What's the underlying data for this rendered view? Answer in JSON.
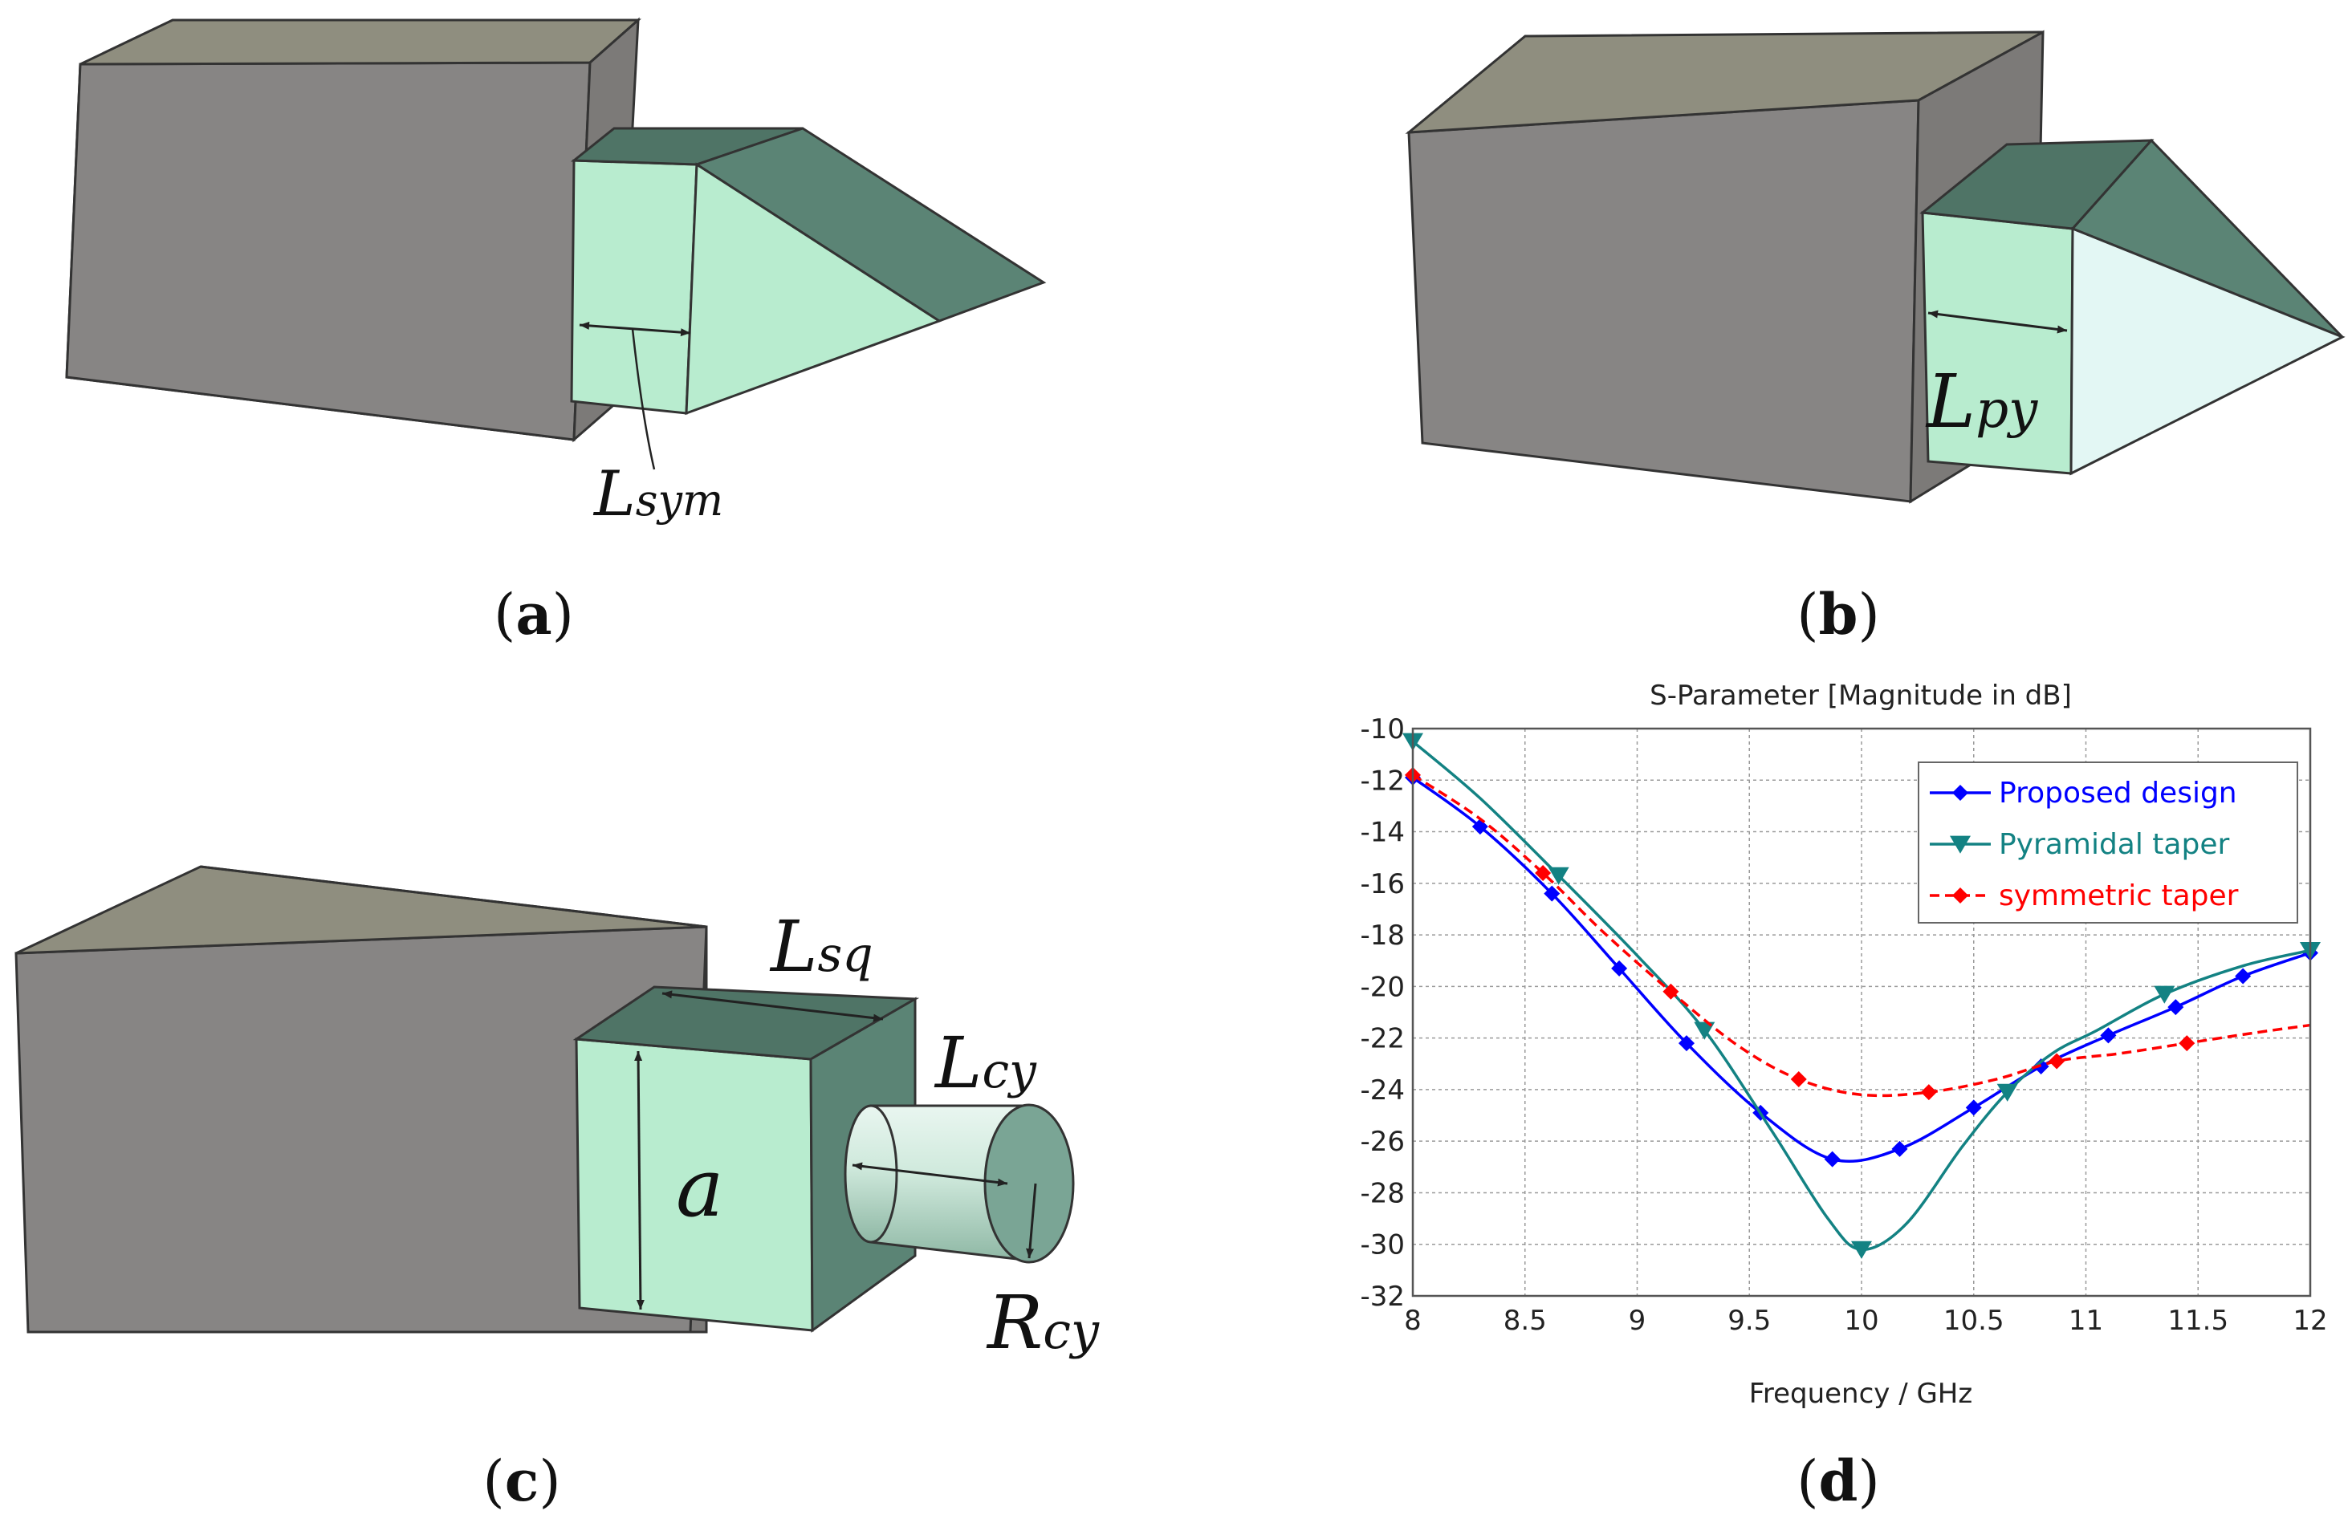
{
  "colors": {
    "box_front": "#878584",
    "box_top": "#8f8e7f",
    "box_side": "#7c7a78",
    "taper_front": "#b8eccf",
    "taper_top": "#4f7466",
    "taper_slope": "#5b8475",
    "taper_light": "#e3f7f4",
    "cyl_light": "#e9f6f0",
    "cyl_dark": "#8fb8a5"
  },
  "panels": {
    "a": {
      "label_open": "(",
      "letter": "a",
      "label_close": ")",
      "dim_main": "L",
      "dim_sub": "sym"
    },
    "b": {
      "label_open": "(",
      "letter": "b",
      "label_close": ")",
      "dim_main": "L",
      "dim_sub": "py"
    },
    "c": {
      "label_open": "(",
      "letter": "c",
      "label_close": ")",
      "lsq_main": "L",
      "lsq_sub": "sq",
      "lcy_main": "L",
      "lcy_sub": "cy",
      "a_label": "a",
      "rcy_main": "R",
      "rcy_sub": "cy"
    },
    "d": {
      "label_open": "(",
      "letter": "d",
      "label_close": ")"
    }
  },
  "chart_data": {
    "type": "line",
    "title": "S-Parameter [Magnitude in dB]",
    "xlabel": "Frequency / GHz",
    "ylabel": "",
    "xlim": [
      8,
      12
    ],
    "ylim": [
      -32,
      -10
    ],
    "xticks": [
      8,
      8.5,
      9,
      9.5,
      10,
      10.5,
      11,
      11.5,
      12
    ],
    "yticks": [
      -10,
      -12,
      -14,
      -16,
      -18,
      -20,
      -22,
      -24,
      -26,
      -28,
      -30,
      -32
    ],
    "grid": true,
    "legend_position": "top-right",
    "series": [
      {
        "name": "Proposed design",
        "color": "#0000ff",
        "dash": "solid",
        "marker": "diamond",
        "x": [
          8,
          8.3,
          8.62,
          8.92,
          9.22,
          9.55,
          9.87,
          10.17,
          10.5,
          10.8,
          11.1,
          11.4,
          11.7,
          12
        ],
        "y": [
          -11.9,
          -13.8,
          -16.4,
          -19.3,
          -22.2,
          -24.9,
          -26.7,
          -26.3,
          -24.7,
          -23.1,
          -21.9,
          -20.8,
          -19.6,
          -18.7
        ],
        "markers_x": [
          8,
          8.3,
          8.62,
          8.92,
          9.22,
          9.55,
          9.87,
          10.17,
          10.5,
          10.8,
          11.1,
          11.4,
          11.7,
          12
        ],
        "markers_y": [
          -11.9,
          -13.8,
          -16.4,
          -19.3,
          -22.2,
          -24.9,
          -26.7,
          -26.3,
          -24.7,
          -23.1,
          -21.9,
          -20.8,
          -19.6,
          -18.7
        ]
      },
      {
        "name": "Pyramidal taper",
        "color": "#138283",
        "dash": "solid",
        "marker": "triangle-down",
        "x": [
          8,
          8.3,
          8.65,
          9.0,
          9.3,
          9.6,
          9.85,
          10.0,
          10.2,
          10.45,
          10.65,
          10.85,
          11.05,
          11.35,
          11.7,
          12
        ],
        "y": [
          -10.5,
          -12.7,
          -15.7,
          -18.8,
          -21.7,
          -25.6,
          -29.0,
          -30.2,
          -29.2,
          -26.2,
          -24.1,
          -22.6,
          -21.7,
          -20.3,
          -19.2,
          -18.6
        ],
        "markers_x": [
          8,
          8.65,
          9.3,
          10.0,
          10.65,
          11.35,
          12
        ],
        "markers_y": [
          -10.5,
          -15.7,
          -21.7,
          -30.2,
          -24.1,
          -20.3,
          -18.6
        ]
      },
      {
        "name": "symmetric taper",
        "color": "#ff0000",
        "dash": "dashed",
        "marker": "diamond",
        "x": [
          8,
          8.3,
          8.58,
          8.85,
          9.15,
          9.45,
          9.72,
          10.0,
          10.3,
          10.6,
          10.87,
          11.15,
          11.45,
          11.75,
          12
        ],
        "y": [
          -11.8,
          -13.5,
          -15.6,
          -17.9,
          -20.2,
          -22.3,
          -23.6,
          -24.2,
          -24.1,
          -23.6,
          -22.9,
          -22.6,
          -22.2,
          -21.8,
          -21.5
        ],
        "markers_x": [
          8,
          8.58,
          9.15,
          9.72,
          10.3,
          10.87,
          11.45
        ],
        "markers_y": [
          -11.8,
          -15.6,
          -20.2,
          -23.6,
          -24.1,
          -22.9,
          -22.2
        ]
      }
    ]
  }
}
